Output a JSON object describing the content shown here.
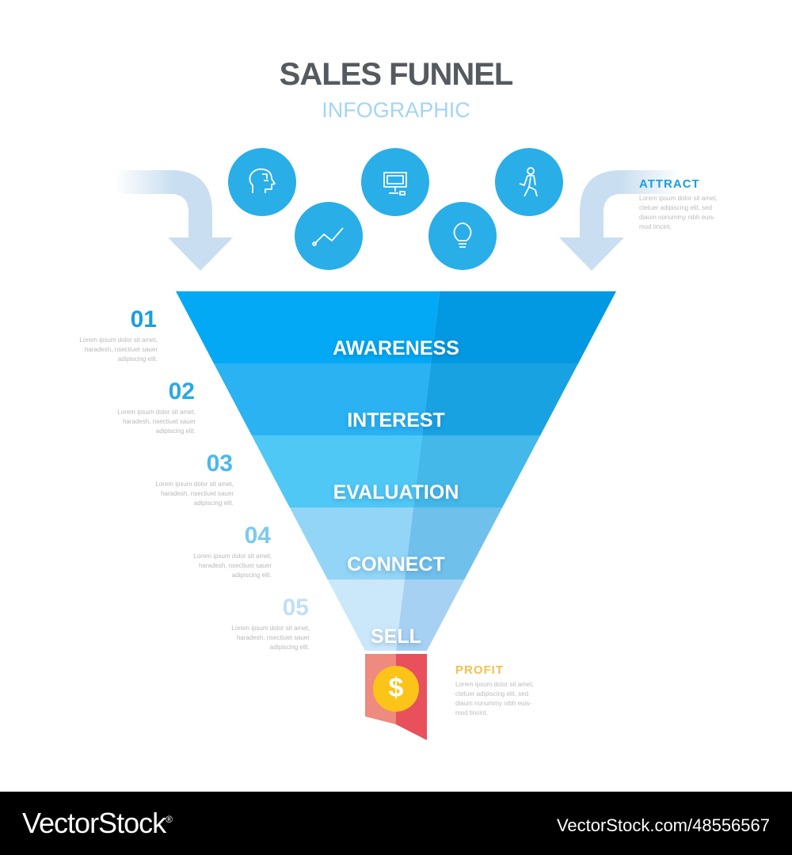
{
  "title": "SALES FUNNEL",
  "subtitle": "INFOGRAPHIC",
  "icons": [
    "head-gears-icon",
    "line-chart-icon",
    "monitor-icon",
    "lightbulb-icon",
    "walking-person-icon"
  ],
  "stages": [
    {
      "num": "01",
      "label": "AWARENESS",
      "desc": [
        "Lorem ipsum dolor sit amet,",
        "haradesh, nsectiuet sauer",
        "adipiscing elit."
      ],
      "color_light": "#03a9f4",
      "color_dark": "#0399e2",
      "num_color": "#1a9ee0"
    },
    {
      "num": "02",
      "label": "INTEREST",
      "desc": [
        "Lorem ipsum dolor sit amet,",
        "haradesh, nsectiuet sauer",
        "adipiscing elit."
      ],
      "color_light": "#2ab2f2",
      "color_dark": "#19a2e2",
      "num_color": "#2aa8e8"
    },
    {
      "num": "03",
      "label": "EVALUATION",
      "desc": [
        "Lorem ipsum dolor sit amet,",
        "haradesh, nsectiuet sauer",
        "adipiscing elit."
      ],
      "color_light": "#4fc8f6",
      "color_dark": "#44b8e8",
      "num_color": "#4ab8ee"
    },
    {
      "num": "04",
      "label": "CONNECT",
      "desc": [
        "Lorem ipsum dolor sit amet,",
        "haradesh, nsectiuet sauer",
        "adipiscing elit."
      ],
      "color_light": "#92d5f6",
      "color_dark": "#70c0ec",
      "num_color": "#7ccaf0"
    },
    {
      "num": "05",
      "label": "SELL",
      "desc": [
        "Lorem ipsum dolor sit amet,",
        "haradesh, nsectiuet sauer",
        "adipiscing elit."
      ],
      "color_light": "#cbe7fa",
      "color_dark": "#a6d1f2",
      "num_color": "#c0e0f6"
    }
  ],
  "attract": {
    "heading": "ATTRACT",
    "text": [
      "Lorem ipsum dolor sit amet,",
      "ctetuer adipiscing elit, sed",
      "diaum nonummy nibh euis-",
      "mod tincint."
    ]
  },
  "profit": {
    "heading": "PROFIT",
    "symbol": "$",
    "text": [
      "Lorem ipsum dolor sit amet,",
      "ctetuer adipiscing elit, sed",
      "diaum nonummy nibh euis-",
      "mod tincint."
    ]
  },
  "footer": {
    "brand": "VectorStock",
    "registered": "®",
    "id": "VectorStock.com/48556567"
  }
}
